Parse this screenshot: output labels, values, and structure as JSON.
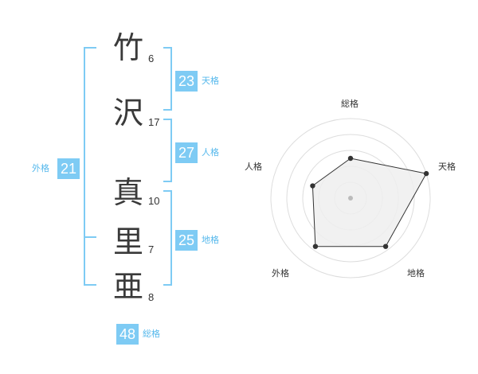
{
  "name": {
    "surname": [
      {
        "char": "竹",
        "strokes": "6"
      },
      {
        "char": "沢",
        "strokes": "17"
      }
    ],
    "given": [
      {
        "char": "真",
        "strokes": "10"
      },
      {
        "char": "里",
        "strokes": "7"
      },
      {
        "char": "亜",
        "strokes": "8"
      }
    ]
  },
  "fortune": {
    "tenkaku": {
      "value": "23",
      "label": "天格"
    },
    "jinkaku": {
      "value": "27",
      "label": "人格"
    },
    "chikaku": {
      "value": "25",
      "label": "地格"
    },
    "gaikaku": {
      "value": "21",
      "label": "外格"
    },
    "soukaku": {
      "value": "48",
      "label": "総格"
    }
  },
  "radar": {
    "axes": [
      "総格",
      "天格",
      "地格",
      "外格",
      "人格"
    ],
    "values": [
      0.5,
      1.0,
      0.75,
      0.75,
      0.5
    ],
    "colors": {
      "fill": "#eeeeee",
      "line": "#333333",
      "point": "#333333",
      "grid": "#dddddd",
      "center": "#bbbbbb"
    }
  },
  "colors": {
    "accent": "#7ecbf4",
    "label": "#55b8ec",
    "bracket": "#7ecbf4"
  }
}
